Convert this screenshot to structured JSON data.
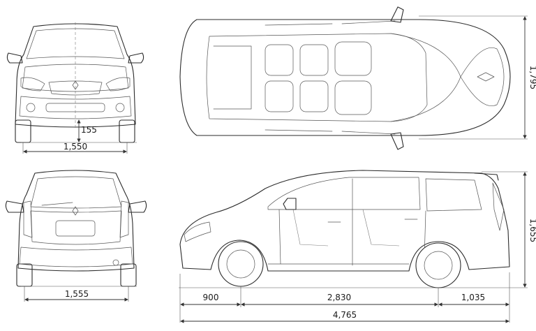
{
  "dimensions": {
    "front_track": "1,550",
    "ground_clearance": "155",
    "rear_track": "1,555",
    "overall_width": "1,795",
    "overall_height": "1,655",
    "front_overhang": "900",
    "wheelbase": "2,830",
    "rear_overhang": "1,035",
    "overall_length": "4,765"
  },
  "colors": {
    "line": "#2b2b2b",
    "background": "#ffffff"
  }
}
